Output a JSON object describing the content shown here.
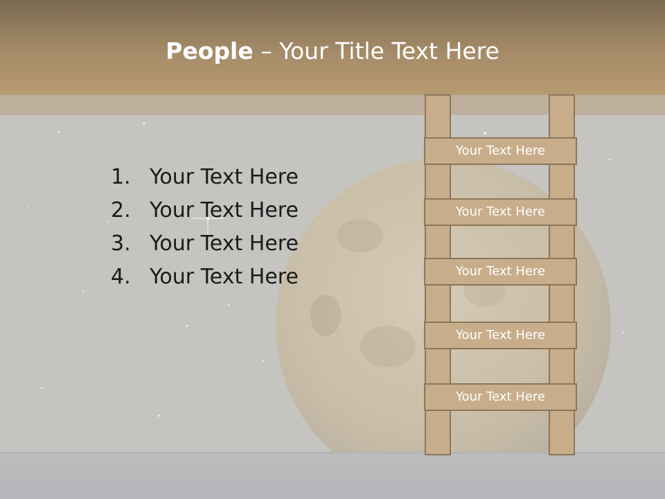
{
  "slide": {
    "title_bold": "People",
    "title_rest": " – Your Title Text Here",
    "list_items": [
      {
        "number": "1.",
        "text": "Your Text Here"
      },
      {
        "number": "2.",
        "text": "Your Text Here"
      },
      {
        "number": "3.",
        "text": "Your Text Here"
      },
      {
        "number": "4.",
        "text": "Your Text Here"
      }
    ],
    "ladder_rungs": [
      "Your Text Here",
      "Your Text Here",
      "Your Text Here",
      "Your Text Here",
      "Your Text Here"
    ]
  },
  "colors": {
    "title_band": "#a58b68",
    "ladder_fill": "#c8ad8b",
    "ladder_border": "#8c7659",
    "background": "#c6c4c0",
    "title_text": "#ffffff",
    "body_text": "#1a1a1a"
  }
}
